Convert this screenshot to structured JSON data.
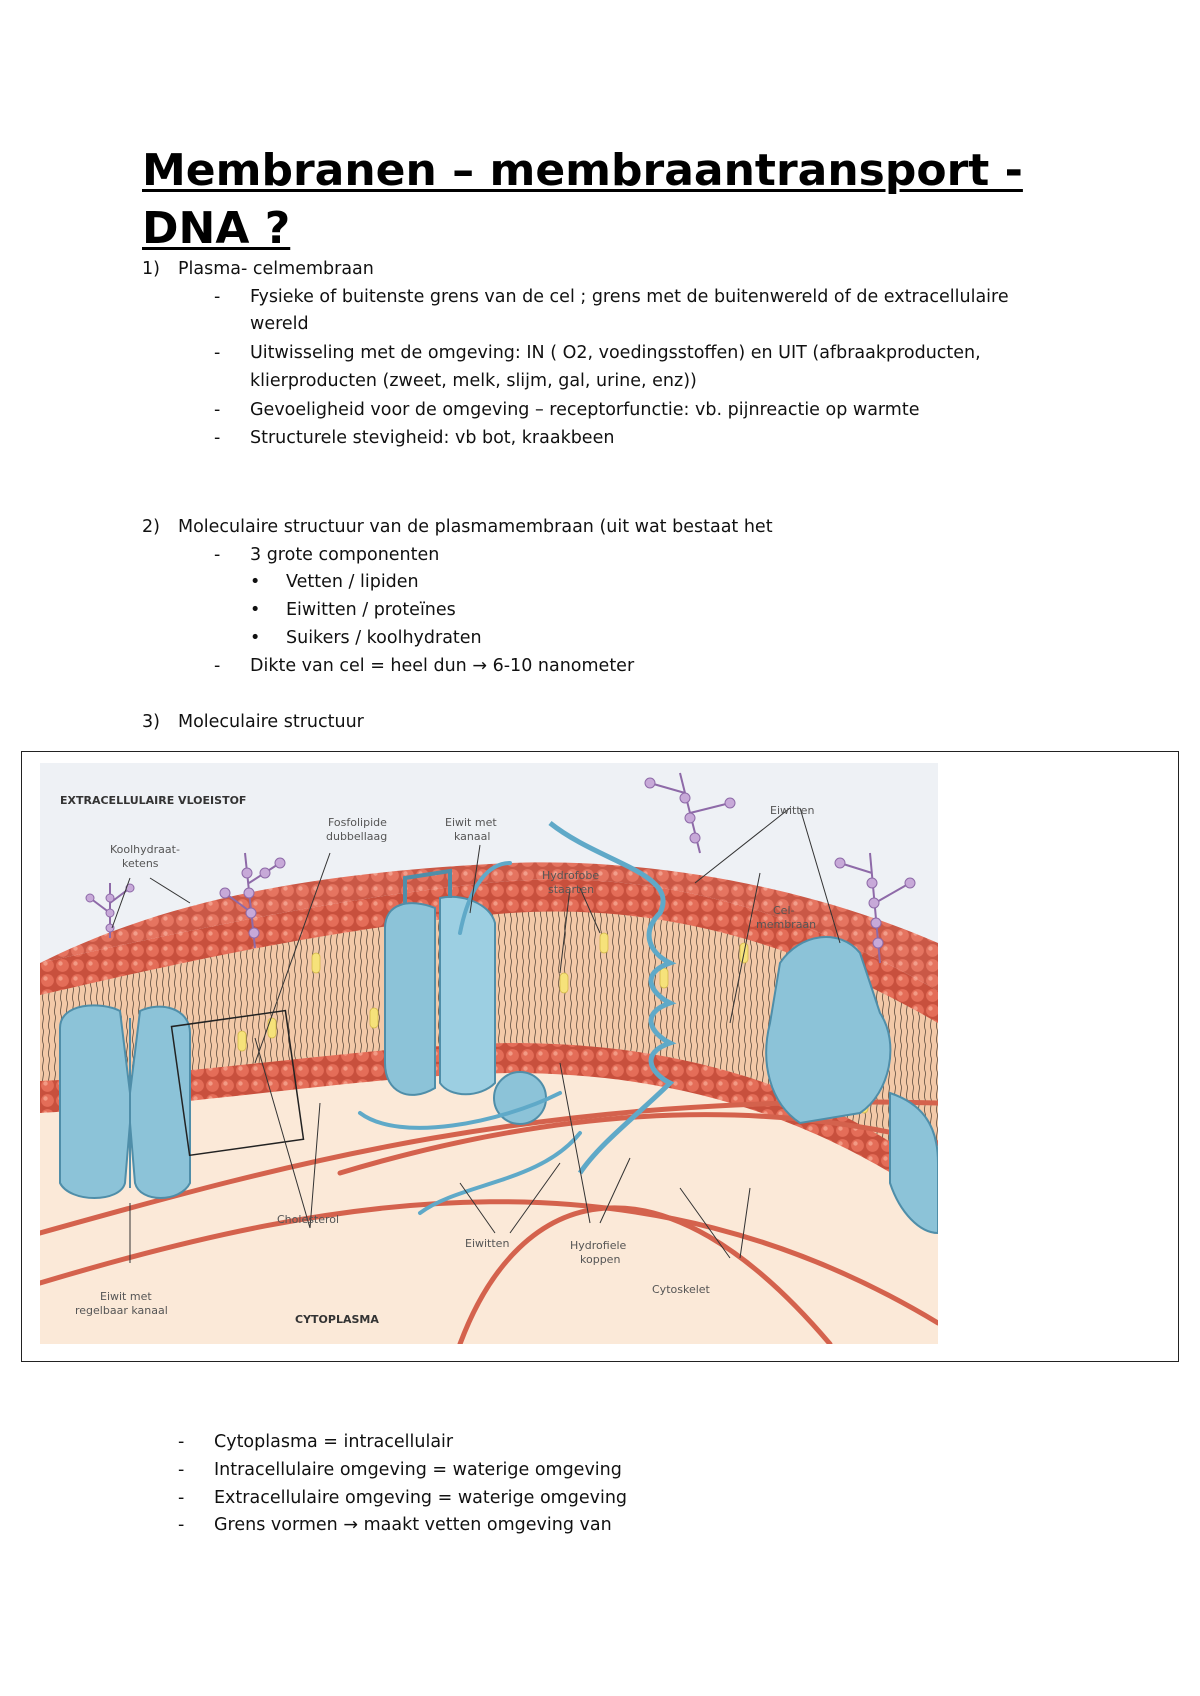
{
  "title": "Membranen – membraantransport - DNA ?",
  "sections": [
    {
      "number": "1)",
      "heading": "Plasma- celmembraan",
      "items": [
        "Fysieke of buitenste grens van de cel ; grens met de buitenwereld of de extracellulaire",
        "wereld",
        "Uitwisseling met de omgeving: IN ( O2, voedingsstoffen) en UIT (afbraakproducten,",
        "klierproducten (zweet, melk, slijm, gal, urine, enz))",
        "Gevoeligheid voor de omgeving – receptorfunctie: vb. pijnreactie op warmte",
        "Structurele stevigheid: vb bot, kraakbeen"
      ]
    },
    {
      "number": "2)",
      "heading": "Moleculaire structuur van de plasmamembraan (uit wat bestaat het",
      "items": [
        "3 grote componenten",
        "Vetten / lipiden",
        "Eiwitten / proteïnes",
        "Suikers / koolhydraten",
        "Dikte van cel = heel dun",
        "6-10 nanometer"
      ]
    },
    {
      "number": "3)",
      "heading": "Moleculaire structuur"
    }
  ],
  "diagram": {
    "labels": {
      "extracellular": "EXTRACELLULAIRE VLOEISTOF",
      "carb_1": "Koolhydraat-",
      "carb_2": "ketens",
      "phospho_1": "Fosfolipide",
      "phospho_2": "dubbellaag",
      "channel_1": "Eiwit met",
      "channel_2": "kanaal",
      "hydrophobic_1": "Hydrofobe",
      "hydrophobic_2": "staarten",
      "proteins_top": "Eiwitten",
      "cellmem_1": "Cel-",
      "cellmem_2": "membraan",
      "cholesterol": "Cholesterol",
      "proteins_bottom": "Eiwitten",
      "hydrophilic_1": "Hydrofiele",
      "hydrophilic_2": "koppen",
      "cytoskeleton": "Cytoskelet",
      "gated_1": "Eiwit met",
      "gated_2": "regelbaar kanaal",
      "cytoplasm": "CYTOPLASMA"
    }
  },
  "bottom_list": [
    "Cytoplasma = intracellulair",
    "Intracellulaire omgeving = waterige omgeving",
    "Extracellulaire omgeving = waterige omgeving",
    "Grens vormen",
    "maakt vetten omgeving van"
  ],
  "symbols": {
    "dash": "-",
    "bullet": "•",
    "arrow": "→"
  }
}
